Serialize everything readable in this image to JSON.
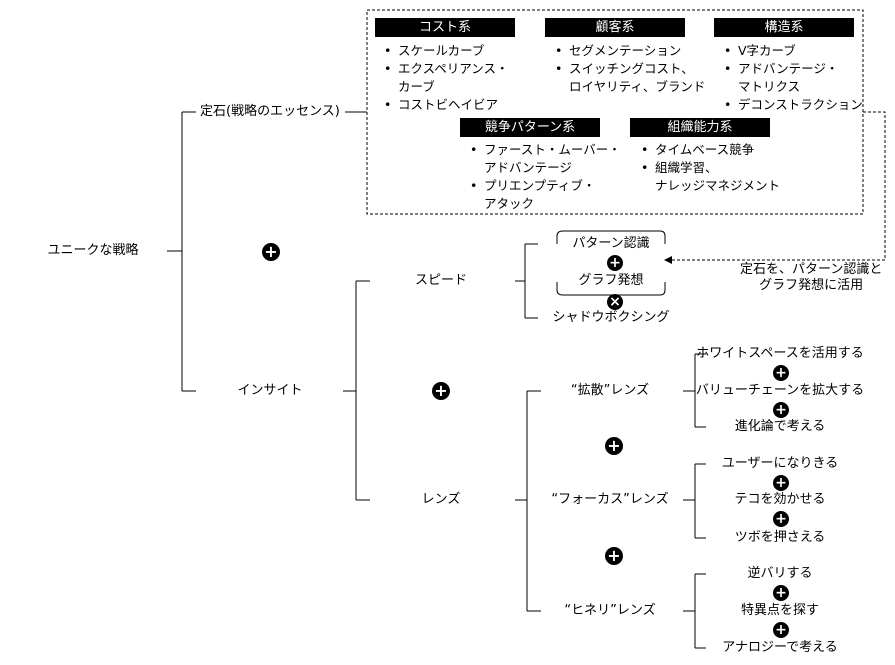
{
  "root": "ユニークな戦略",
  "jouseki": {
    "label": "定石(戦略のエッセンス)",
    "groups": [
      {
        "title": "コスト系",
        "items": [
          "スケールカーブ",
          "エクスペリアンス・\nカーブ",
          "コストビヘイビア"
        ]
      },
      {
        "title": "顧客系",
        "items": [
          "セグメンテーション",
          "スイッチングコスト、\nロイヤリティ、ブランド"
        ]
      },
      {
        "title": "構造系",
        "items": [
          "V字カーブ",
          "アドバンテージ・\nマトリクス",
          "デコンストラクション"
        ]
      },
      {
        "title": "競争パターン系",
        "items": [
          "ファースト・ムーバー・\nアドバンテージ",
          "プリエンプティブ・\nアタック"
        ]
      },
      {
        "title": "組織能力系",
        "items": [
          "タイムベース競争",
          "組織学習、\nナレッジマネジメント"
        ]
      }
    ]
  },
  "insight": {
    "label": "インサイト",
    "speed": {
      "label": "スピード",
      "items": [
        "パターン認識",
        "グラフ発想",
        "シャドウボクシング"
      ]
    },
    "lens": {
      "label": "レンズ",
      "lenses": [
        {
          "label": "“拡散”レンズ",
          "items": [
            "ホワイトスペースを活用する",
            "バリューチェーンを拡大する",
            "進化論で考える"
          ]
        },
        {
          "label": "“フォーカス”レンズ",
          "items": [
            "ユーザーになりきる",
            "テコを効かせる",
            "ツボを押さえる"
          ]
        },
        {
          "label": "“ヒネリ”レンズ",
          "items": [
            "逆バリする",
            "特異点を探す",
            "アナロジーで考える"
          ]
        }
      ]
    }
  },
  "note": "定石を、パターン認識と\nグラフ発想に活用",
  "symbols": {
    "plus": "+",
    "times": "×"
  }
}
